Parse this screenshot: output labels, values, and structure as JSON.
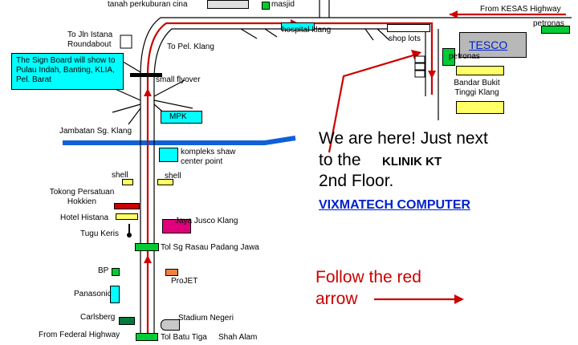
{
  "places": {
    "tanah_perkuburan": "tanah perkuburan cina",
    "masjid": "masjid",
    "from_kesas": "From KESAS Highway",
    "petronas_top": "petronas",
    "to_jln_istana": "To Jln Istana",
    "roundabout": "Roundabout",
    "to_pel_klang": "To Pel. Klang",
    "hospital_klang": "hospital klang",
    "shop_lots": "shop lots",
    "tesco": "TESCO",
    "petronas_mid": "petronas",
    "signboard_note": "The Sign Board will show to Pulau Indah, Banting, KLIA, Pel. Barat",
    "small_flyover": "small flyover",
    "bandar_bukit_tinggi": "Bandar Bukit Tinggi Klang",
    "mpk": "MPK",
    "jambatan": "Jambatan Sg. Klang",
    "kompleks_shaw": "kompleks shaw center point",
    "shell_left": "shell",
    "shell_right": "shell",
    "tokong": "Tokong Persatuan Hokkien",
    "hotel_histana": "Hotel Histana",
    "jaya_jusco": "Jaya Jusco Klang",
    "tugu_keris": "Tugu Keris",
    "tol_sg_rasau": "Tol Sg Rasau Padang Jawa",
    "bp": "BP",
    "projet": "ProJET",
    "panasonic": "Panasonic",
    "carlsberg": "Carlsberg",
    "stadium_negeri": "Stadium Negeri",
    "from_federal": "From Federal Highway",
    "tol_batu_tiga": "Tol Batu Tiga",
    "shah_alam": "Shah Alam"
  },
  "notes": {
    "here_line1": "We are here! Just next",
    "here_line2a": "to the",
    "klinik": "KLINIK KT",
    "here_line3": "2nd Floor.",
    "company": "VIXMATECH COMPUTER",
    "follow_line1": "Follow the red",
    "follow_line2": "arrow"
  },
  "colors": {
    "route_red": "#cc0000",
    "river_blue": "#1060d8",
    "cyan": "#00ffff",
    "green": "#00cc33",
    "yellow": "#ffff66",
    "magenta": "#e0007a",
    "tesco_gray": "#b8b8b8",
    "company_blue": "#0022cc"
  }
}
